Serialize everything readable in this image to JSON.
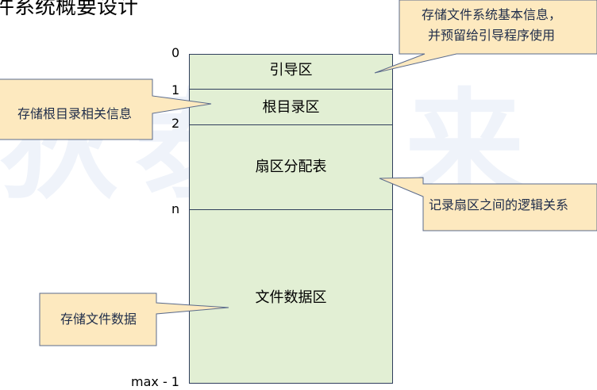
{
  "watermark": "狄泰未来",
  "title": "件系统概要设计",
  "regions": {
    "boot": "引导区",
    "root_dir": "根目录区",
    "sector_table": "扇区分配表",
    "file_data": "文件数据区"
  },
  "addresses": {
    "a0": "0",
    "a1": "1",
    "a2": "2",
    "an": "n",
    "amax": "max - 1"
  },
  "callouts": {
    "boot_note_line1": "存储文件系统基本信息，",
    "boot_note_line2": "并预留给引导程序使用",
    "root_note": "存储根目录相关信息",
    "table_note": "记录扇区之间的逻辑关系",
    "data_note": "存储文件数据"
  },
  "colors": {
    "region_fill": "#e2efd4",
    "callout_fill": "#fde9bf",
    "callout_border": "#5a6b8c",
    "border": "#2f3e5c"
  }
}
